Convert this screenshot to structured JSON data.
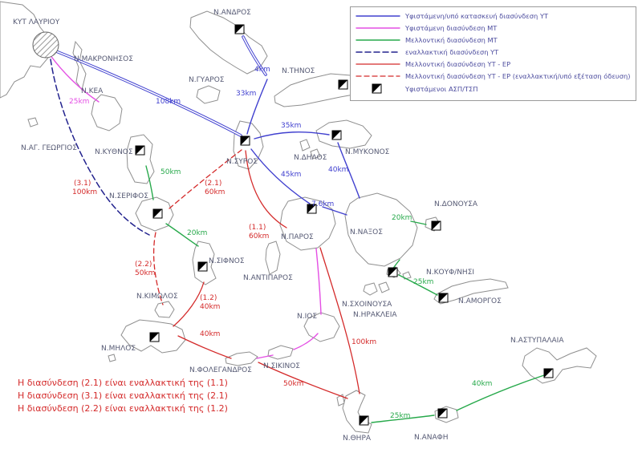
{
  "legend": {
    "items": [
      {
        "label": "Υφιστάμενη/υπό κατασκευή διασύνδεση ΥΤ",
        "style": "solid",
        "color": "#4040cf"
      },
      {
        "label": "Υφιστάμενη διασύνδεση ΜΤ",
        "style": "solid",
        "color": "#e44fe4"
      },
      {
        "label": "Μελλοντική διασύνδεση ΜΤ",
        "style": "solid",
        "color": "#27a94b"
      },
      {
        "label": "εναλλακτική διασύνδεση ΥΤ",
        "style": "dashed",
        "color": "#23238e"
      },
      {
        "label": "Μελλοντική διασύνδεση ΥΤ - ΕΡ",
        "style": "solid",
        "color": "#d42a2a"
      },
      {
        "label": "Μελλοντική διασύνδεση ΥΤ - ΕΡ (εναλλακτική/υπό εξέταση όδευση)",
        "style": "dashed",
        "color": "#d42a2a"
      },
      {
        "label": "Υφιστάμενοι ΑΣΠ/ΤΣΠ",
        "style": "icon"
      }
    ]
  },
  "islands": {
    "lavrio": "ΚΥΤ ΛΑΥΡΙΟΥ",
    "makronisos": "Ν.ΜΑΚΡΟΝΗΣΟΣ",
    "kea": "Ν.ΚΕΑ",
    "andros": "Ν.ΑΝΔΡΟΣ",
    "gyaros": "Ν.ΓΥΑΡΟΣ",
    "tinos": "Ν.ΤΗΝΟΣ",
    "ag_georgios": "Ν.ΑΓ. ΓΕΩΡΓΙΟΣ",
    "kythnos": "Ν.ΚΥΘΝΟΣ",
    "syros": "Ν.ΣΥΡΟΣ",
    "mykonos": "Ν.ΜΥΚΟΝΟΣ",
    "delos": "Ν.ΔΗΛΟΣ",
    "serifos": "Ν.ΣΕΡΙΦΟΣ",
    "donousa": "Ν.ΔΟΝΟΥΣΑ",
    "naxos": "Ν.ΝΑΞΟΣ",
    "paros": "Ν.ΠΑΡΟΣ",
    "sifnos": "Ν.ΣΙΦΝΟΣ",
    "koufonisi": "Ν.ΚΟΥΦ/ΝΗΣΙ",
    "amorgos": "Ν.ΑΜΟΡΓΟΣ",
    "antiparos": "Ν.ΑΝΤΙΠΑΡΟΣ",
    "schinousa": "Ν.ΣΧΟΙΝΟΥΣΑ",
    "irakleia": "Ν.ΗΡΑΚΛΕΙΑ",
    "kimolos": "Ν.ΚΙΜΩΛΟΣ",
    "ios": "Ν.ΙΟΣ",
    "milos": "Ν.ΜΗΛΟΣ",
    "folegandros": "Ν.ΦΟΛΕΓΑΝΔΡΟΣ",
    "sikinos": "Ν.ΣΙΚΙΝΟΣ",
    "astypalaia": "Ν.ΑΣΤΥΠΑΛΑΙΑ",
    "thira": "Ν.ΘΗΡΑ",
    "anafi": "Ν.ΑΝΑΦΗ"
  },
  "distances": {
    "lavrio_syros": "108km",
    "lavrio_kea": "25km",
    "andros_tinos": "4km",
    "tinos_syros": "33km",
    "syros_mykonos": "35km",
    "syros_paros": "45km",
    "mykonos_naxos": "40km",
    "paros_naxos": "7.6km",
    "kythnos_serifos": "50km",
    "serifos_sifnos": "20km",
    "naxos_donousa": "20km",
    "koufonisi_amorgos": "25km",
    "milos_folegandros": "40km",
    "folegandros_thira": "50km",
    "paros_thira": "100km",
    "thira_anafi": "25km",
    "anafi_astypalaia": "40km"
  },
  "ep_labels": {
    "l11": {
      "id": "(1.1)",
      "km": "60km"
    },
    "l12": {
      "id": "(1.2)",
      "km": "40km"
    },
    "l21": {
      "id": "(2.1)",
      "km": "60km"
    },
    "l22": {
      "id": "(2.2)",
      "km": "50km"
    },
    "l31": {
      "id": "(3.1)",
      "km": "100km"
    }
  },
  "notes": [
    "Η διασύνδεση (2.1) είναι εναλλακτική της (1.1)",
    "Η διασύνδεση (3.1) είναι εναλλακτική της (2.1)",
    "Η διασύνδεση (2.2) είναι εναλλακτική της (1.2)"
  ],
  "icons": {
    "asp_tsp": "diagonal-split-square",
    "kyt_lavrio": "hatched-circle"
  }
}
